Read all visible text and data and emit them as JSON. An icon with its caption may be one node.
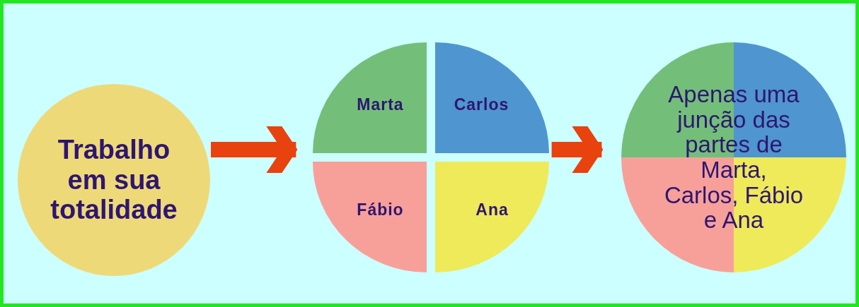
{
  "diagram": {
    "nodes": [
      {
        "text": [
          "Trabalho em sua totalidade"
        ]
      },
      {
        "text": [],
        "shape": "circle"
      },
      {
        "text": [
          "Marta"
        ],
        "in": 1
      },
      {
        "text": [
          "Carlos"
        ],
        "in": 1
      },
      {
        "text": [
          "Fábio"
        ],
        "in": 1
      },
      {
        "text": [
          "Ana"
        ],
        "in": 1
      },
      {
        "text": [
          "Apenas uma junção das partes de Marta, Carlos, Fábio e Ana"
        ]
      }
    ],
    "edges": [
      {
        "from": 0,
        "to": 1,
        "arrow": "to"
      },
      {
        "from": 1,
        "to": 6,
        "arrow": "to"
      }
    ]
  }
}
